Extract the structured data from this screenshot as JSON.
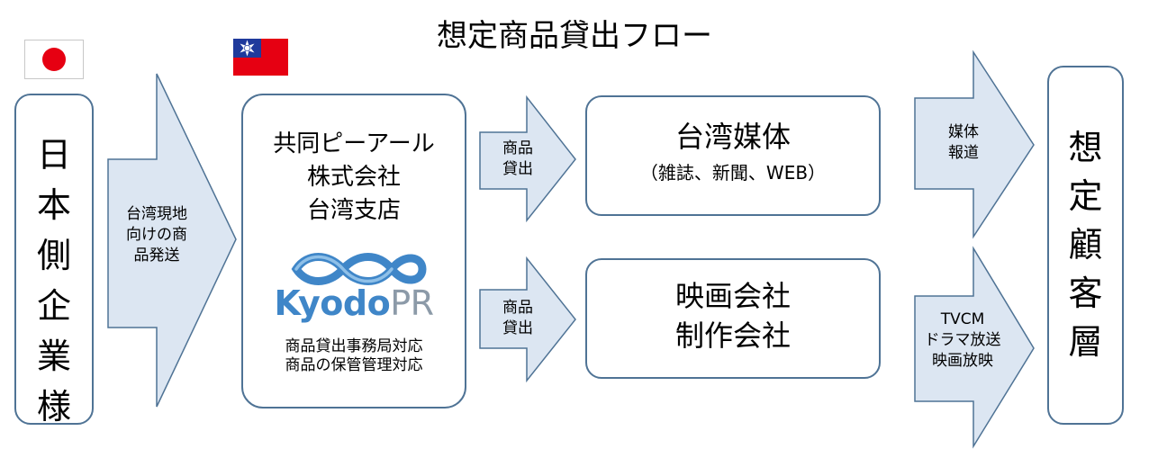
{
  "title": "想定商品貸出フロー",
  "left_box": {
    "label": "日\n本\n側\n企\n業\n様"
  },
  "arrow1": {
    "label": "台湾現地\n向けの商\n品発送"
  },
  "center_box": {
    "heading": "共同ピーアール\n株式会社\n台湾支店",
    "logo_text_a": "Kyodo",
    "logo_text_b": "PR",
    "services": "商品貸出事務局対応\n商品の保管管理対応"
  },
  "arrow_top": {
    "label": "商品\n貸出"
  },
  "arrow_bottom": {
    "label": "商品\n貸出"
  },
  "media_box": {
    "title": "台湾媒体",
    "subtitle": "（雑誌、新聞、WEB）"
  },
  "film_box": {
    "label": "映画会社\n制作会社"
  },
  "arrow_media": {
    "label": "媒体\n報道"
  },
  "arrow_film": {
    "label": "TVCM\nドラマ放送\n映画放映"
  },
  "right_box": {
    "label": "想\n定\n顧\n客\n層"
  },
  "colors": {
    "arrow_fill": "#dce6f2",
    "border": "#4f7395",
    "logo_blue": "#3f86c8",
    "logo_gray": "#8c9aa8"
  }
}
